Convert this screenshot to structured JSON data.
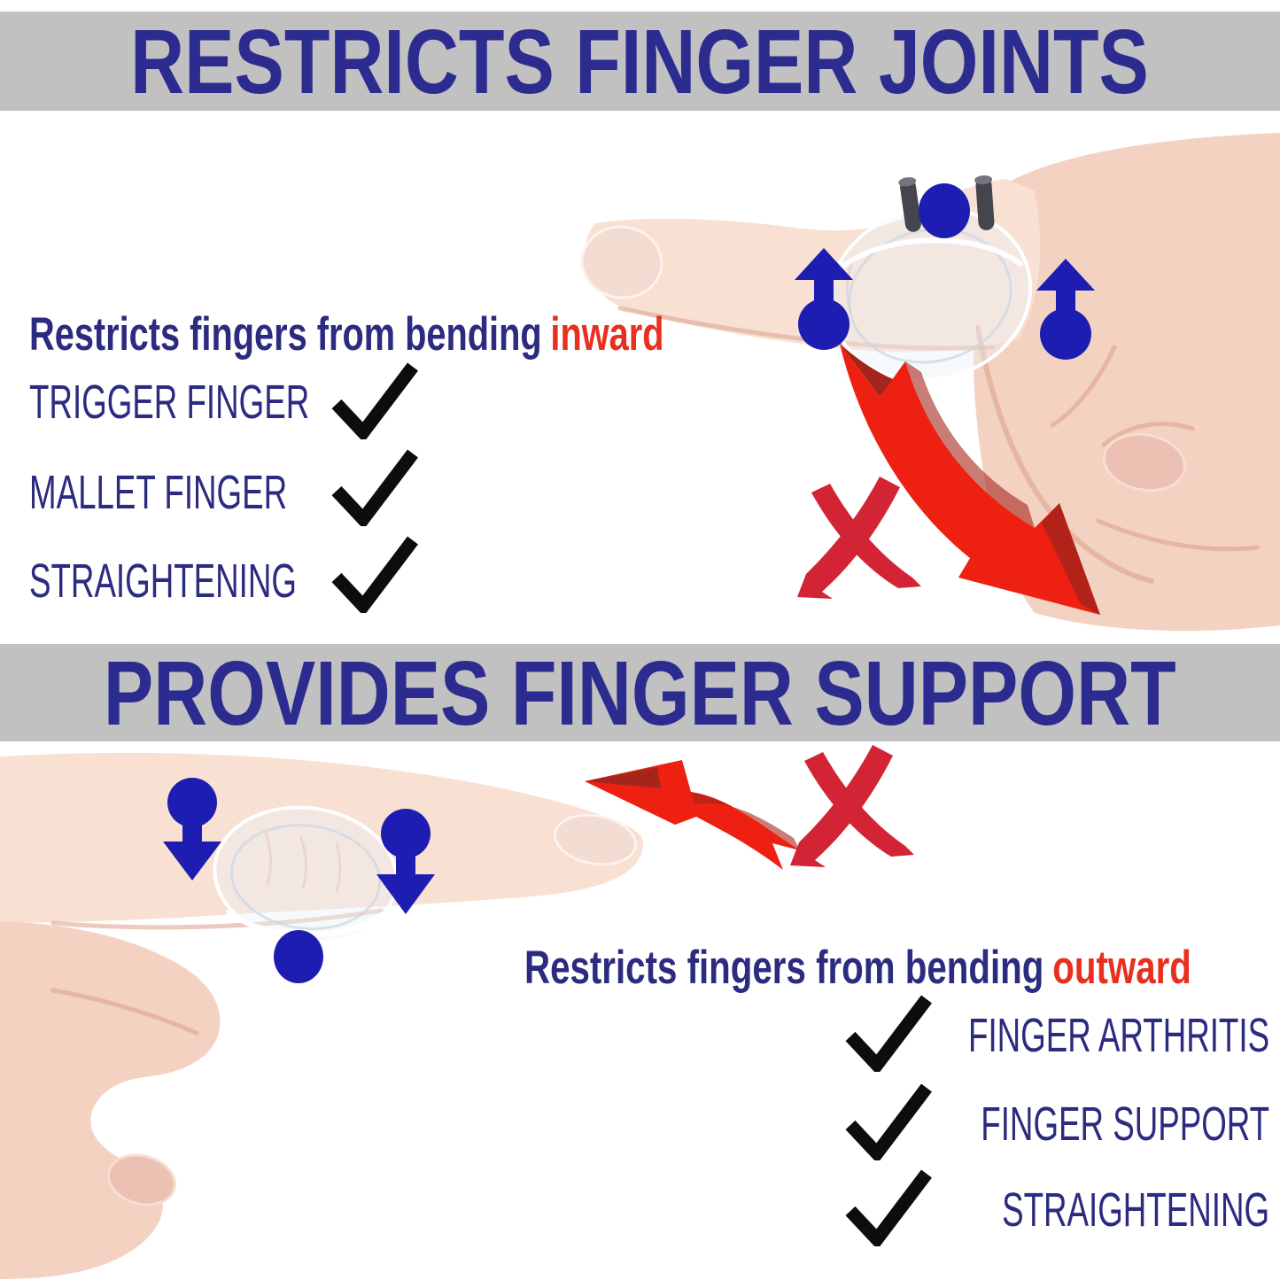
{
  "colors": {
    "banner_gray": "#C1C1C1",
    "banner_navy": "#2C2C90",
    "text_navy": "#2B2B80",
    "red_text": "#E7301F",
    "arrow_red": "#EE2012",
    "arrow_red_dark": "#A6251A",
    "x_crimson": "#D22434",
    "marker_blue": "#1D1DB2",
    "check_black": "#0D0D0D",
    "skin": "#F3D2C2",
    "skin_light": "#F8E0D2",
    "skin_shadow": "#DD9F8B",
    "nail": "#F3DCD2",
    "nail_dusky": "#ECC0B2",
    "clip_gray": "#45454D",
    "clip_gray_light": "#74747E"
  },
  "banner_top": {
    "label": "RESTRICTS FINGER JOINTS"
  },
  "banner_middle": {
    "label": "PROVIDES FINGER SUPPORT"
  },
  "inward_section": {
    "heading": {
      "prefix": "Restricts fingers from bending",
      "highlight": "inward"
    },
    "checklist": [
      {
        "label": "TRIGGER FINGER",
        "checked": true
      },
      {
        "label": "MALLET FINGER",
        "checked": true
      },
      {
        "label": "STRAIGHTENING",
        "checked": true
      }
    ]
  },
  "outward_section": {
    "heading": {
      "prefix": "Restricts fingers from bending",
      "highlight": "outward"
    },
    "checklist": [
      {
        "label": "FINGER ARTHRITIS",
        "checked": true
      },
      {
        "label": "FINGER SUPPORT",
        "checked": true
      },
      {
        "label": "STRAIGHTENING",
        "checked": true
      }
    ]
  },
  "icons": {
    "checkmark": "black-checkmark",
    "up_arrow": "blue-pressure-up-arrow",
    "down_arrow": "blue-pressure-down-arrow",
    "joint_dot": "blue-joint-dot",
    "no_symbol": "red-brush-x",
    "bend_arrow": "red-curved-bend-arrow",
    "splint": "clear-finger-splint"
  }
}
